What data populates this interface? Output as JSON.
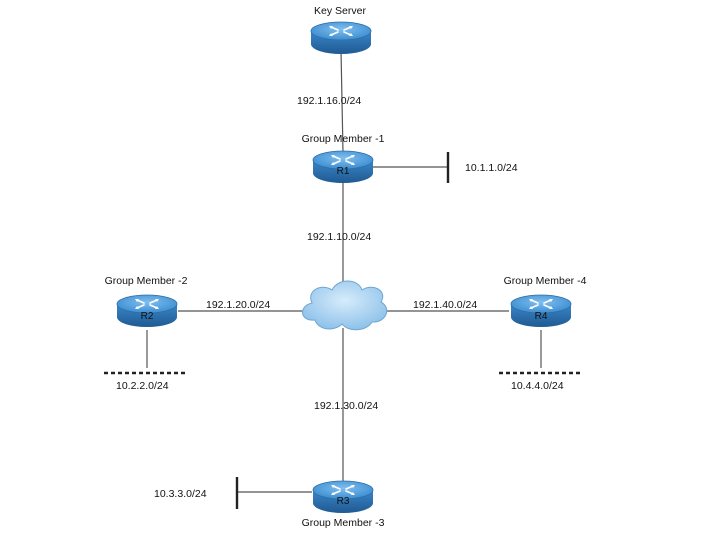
{
  "devices": {
    "key_server": {
      "label": "Key Server"
    },
    "r1": {
      "label": "Group Member -1",
      "name": "R1"
    },
    "r2": {
      "label": "Group Member -2",
      "name": "R2"
    },
    "r3": {
      "label": "Group Member -3",
      "name": "R3"
    },
    "r4": {
      "label": "Group Member -4",
      "name": "R4"
    }
  },
  "links": {
    "ks_r1": "192.1.16.0/24",
    "r1_cloud": "192.1.10.0/24",
    "r2_cloud": "192.1.20.0/24",
    "r3_cloud": "192.1.30.0/24",
    "r4_cloud": "192.1.40.0/24"
  },
  "lans": {
    "r1": "10.1.1.0/24",
    "r2": "10.2.2.0/24",
    "r3": "10.3.3.0/24",
    "r4": "10.4.4.0/24"
  },
  "colors": {
    "router_top": "#4a9ad8",
    "router_side": "#2c6ea8",
    "cloud": "#9ecbee",
    "line": "#555555"
  }
}
